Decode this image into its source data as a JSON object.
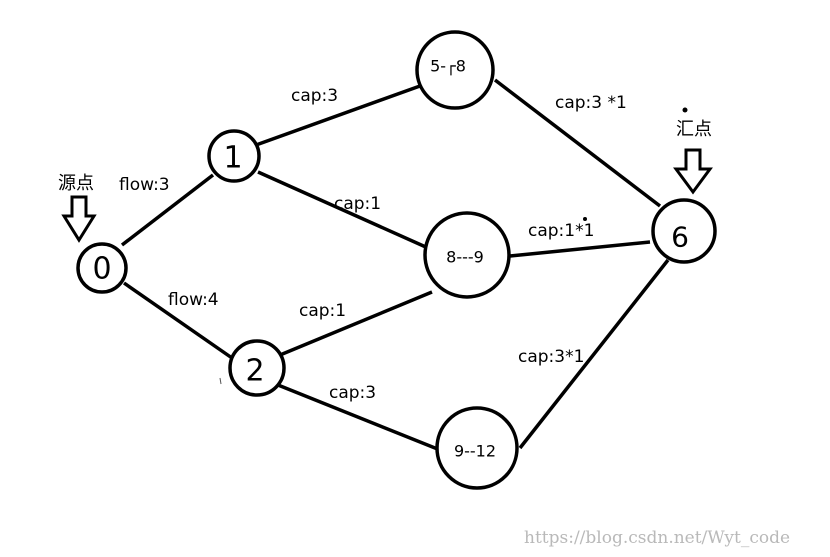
{
  "nodes": {
    "n0": "0",
    "n1": "1",
    "n2": "2",
    "n3": "5-┌8",
    "n4": "8---9",
    "n5": "9--12",
    "n6": "6"
  },
  "edges": {
    "e01": "flow:3",
    "e02": "flow:4",
    "e13": "cap:3",
    "e14": "cap:1",
    "e24": "cap:1",
    "e25": "cap:3",
    "e36": "cap:3 *1",
    "e46": "cap:1*1",
    "e56": "cap:3*1"
  },
  "labels": {
    "source": "源点",
    "sink": "汇点"
  },
  "watermark": "https://blog.csdn.net/Wyt_code"
}
